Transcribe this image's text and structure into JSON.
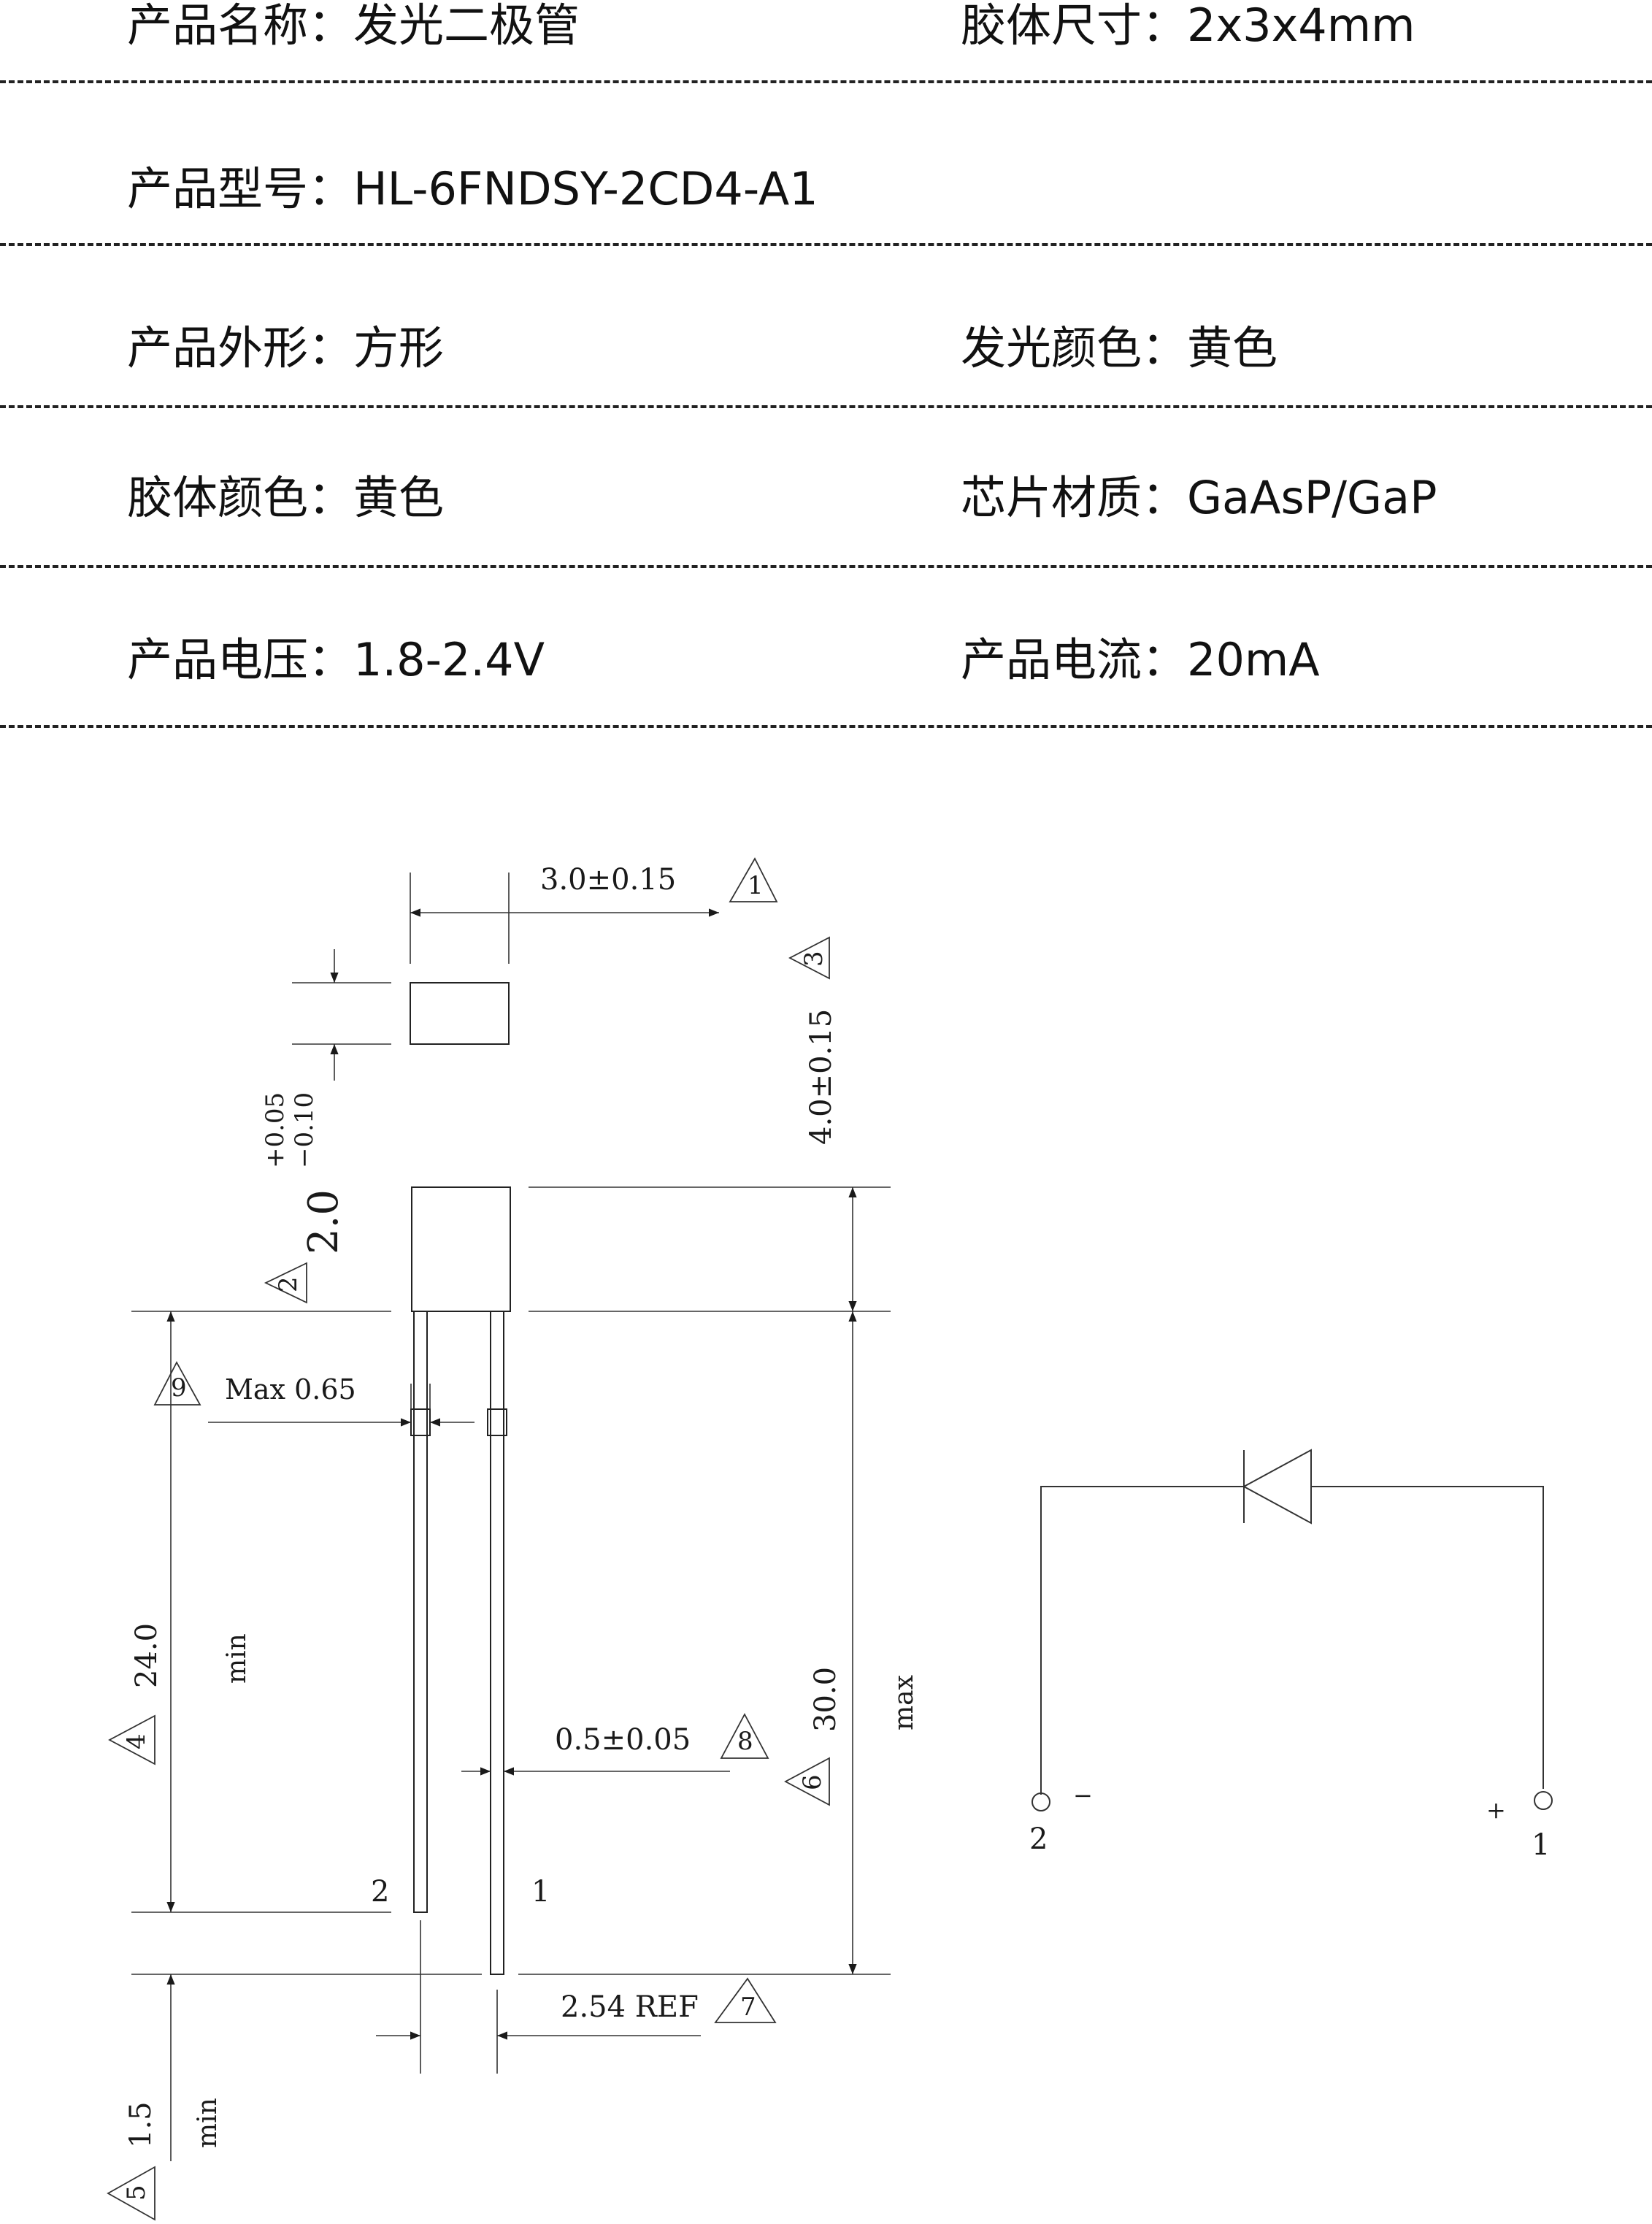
{
  "specs": {
    "rows": [
      {
        "left": "产品名称：发光二极管",
        "right": "胶体尺寸：2x3x4mm"
      },
      {
        "left": "产品型号：HL-6FNDSY-2CD4-A1",
        "right": ""
      },
      {
        "left": "产品外形：方形",
        "right": "发光颜色：黄色"
      },
      {
        "left": "胶体颜色：黄色",
        "right": "芯片材质：GaAsP/GaP"
      },
      {
        "left": "产品电压：1.8-2.4V",
        "right": "产品电流：20mA"
      }
    ]
  },
  "drawing": {
    "dims": {
      "width": "3.0±0.15",
      "thickness_tol_plus": "+0.05",
      "thickness_tol_minus": "−0.10",
      "thickness": "2.0",
      "height": "4.0±0.15",
      "max_shoulder": "Max 0.65",
      "lead_length": "24.0",
      "lead_length_note": "min",
      "lead_dia": "0.5±0.05",
      "overall": "30.0",
      "overall_note": "max",
      "pitch": "2.54 REF",
      "lead_diff": "1.5",
      "lead_diff_note": "min"
    },
    "callouts": [
      "1",
      "2",
      "3",
      "4",
      "5",
      "6",
      "7",
      "8",
      "9"
    ],
    "pin_labels": {
      "left": "2",
      "right": "1"
    }
  },
  "schematic": {
    "cathode_pin": "2",
    "anode_pin": "1",
    "cathode_sign": "−",
    "anode_sign": "+"
  }
}
